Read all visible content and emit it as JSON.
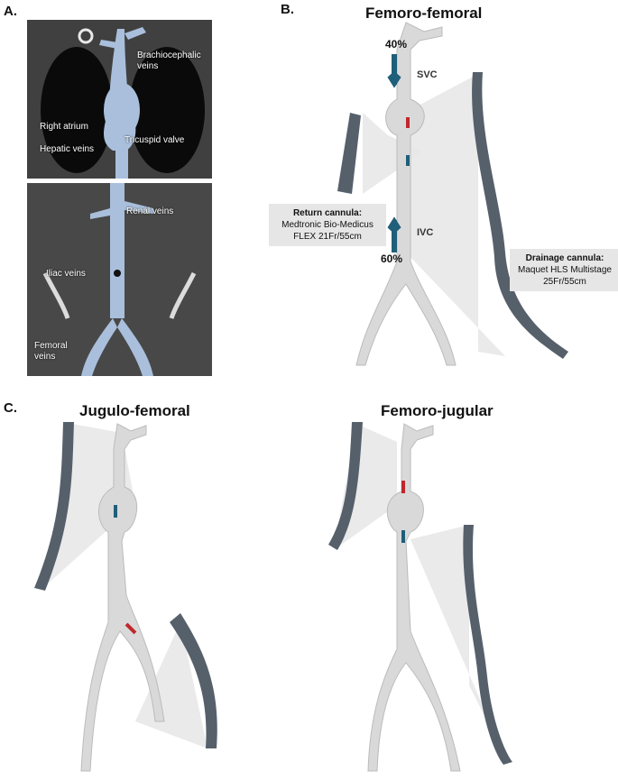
{
  "panels": {
    "a": {
      "letter": "A.",
      "labels": {
        "brachiocephalic": "Brachiocephalic veins",
        "right_atrium": "Right atrium",
        "tricuspid": "Tricuspid valve",
        "hepatic": "Hepatic veins",
        "renal": "Renal veins",
        "iliac": "Iliac veins",
        "femoral": "Femoral veins"
      }
    },
    "b": {
      "letter": "B.",
      "title": "Femoro-femoral",
      "pct_top": "40%",
      "pct_bottom": "60%",
      "svc": "SVC",
      "ivc": "IVC",
      "return_box": {
        "title": "Return cannula:",
        "line1": "Medtronic Bio-Medicus",
        "line2": "FLEX 21Fr/55cm"
      },
      "drainage_box": {
        "title": "Drainage cannula:",
        "line1": "Maquet HLS Multistage",
        "line2": "25Fr/55cm"
      }
    },
    "c": {
      "letter": "C.",
      "title_left": "Jugulo-femoral",
      "title_right": "Femoro-jugular"
    }
  },
  "colors": {
    "vein_blue": "#a9bfdc",
    "vessel_grey": "#d9d9d9",
    "cannula": "#56606b",
    "arrow_blue": "#1f5f7a",
    "arrow_red": "#c0272d",
    "callout": "#e8e8e8"
  }
}
